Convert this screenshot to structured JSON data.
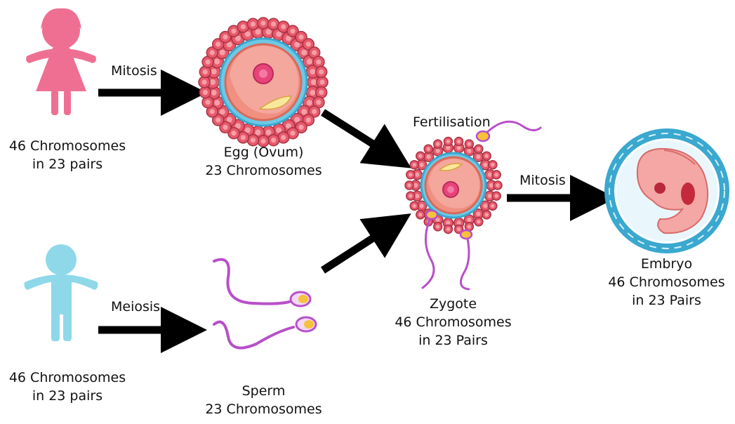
{
  "female": {
    "line1": "46 Chromosomes",
    "line2": "in 23 pairs"
  },
  "male": {
    "line1": "46 Chromosomes",
    "line2": "in 23 pairs"
  },
  "egg": {
    "line1": "Egg (Ovum)",
    "line2": "23 Chromosomes"
  },
  "sperm": {
    "line1": "Sperm",
    "line2": "23 Chromosomes"
  },
  "zygote": {
    "line1": "Zygote",
    "line2": "46 Chromosomes",
    "line3": "in 23 Pairs"
  },
  "embryo": {
    "line1": "Embryo",
    "line2": "46 Chromosomes",
    "line3": "in 23 Pairs"
  },
  "processes": {
    "female_to_egg": "Mitosis",
    "male_to_sperm": "Meiosis",
    "fertilisation": "Fertilisation",
    "zygote_to_embryo": "Mitosis"
  },
  "colors": {
    "female": "#ef6f93",
    "male": "#8fd8ea",
    "arrow": "#000000",
    "cell_red": "#e8596b",
    "cell_pink": "#f4a79c",
    "zona_blue": "#4bbce0",
    "sperm_purple": "#b84fc9",
    "sperm_head": "#f7c13c"
  }
}
